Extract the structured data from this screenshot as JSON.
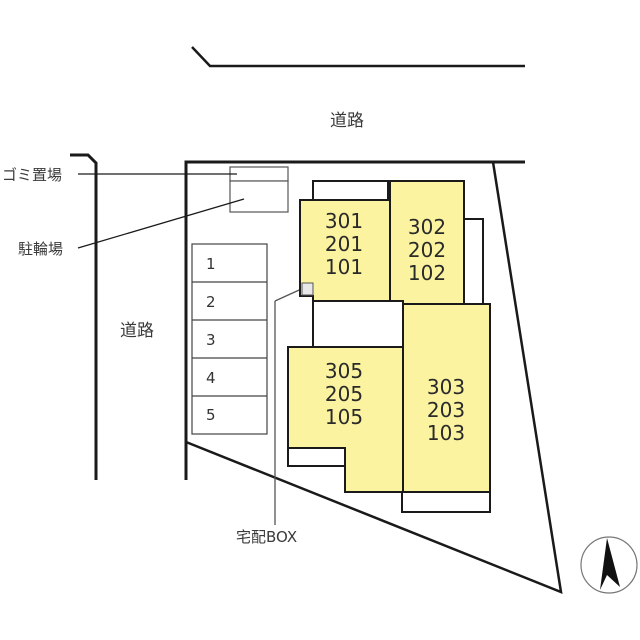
{
  "labels": {
    "road_top": "道路",
    "road_left": "道路",
    "garbage": "ゴミ置場",
    "bicycle": "駐輪場",
    "delivery_box": "宅配BOX"
  },
  "parking": [
    "1",
    "2",
    "3",
    "4",
    "5"
  ],
  "units": {
    "a": [
      "301",
      "201",
      "101"
    ],
    "b": [
      "302",
      "202",
      "102"
    ],
    "c": [
      "305",
      "205",
      "105"
    ],
    "d": [
      "303",
      "203",
      "103"
    ]
  },
  "colors": {
    "building_fill": "#fbf3a0",
    "line": "#1a1a1a",
    "thin_line": "#555555"
  },
  "compass": "north-arrow"
}
